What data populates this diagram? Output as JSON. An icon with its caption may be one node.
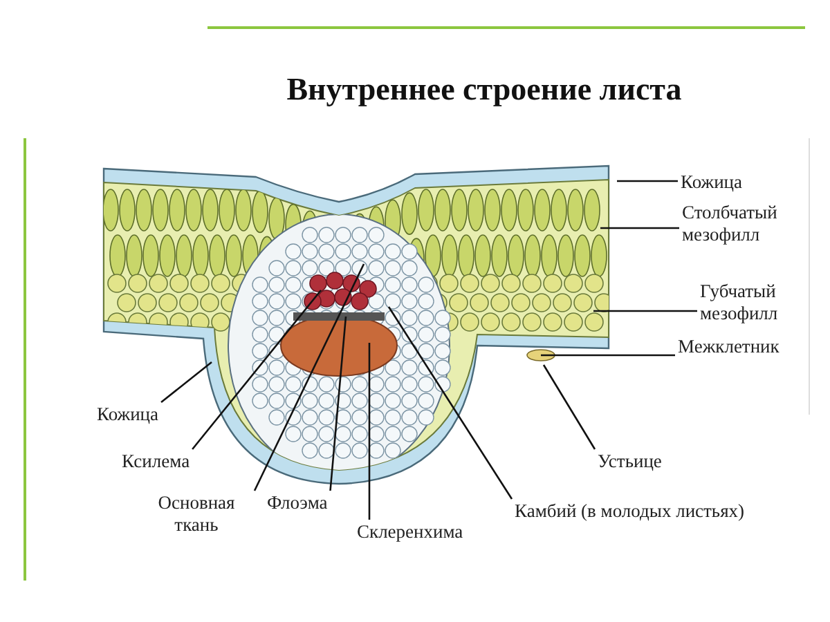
{
  "diagram": {
    "title": "Внутреннее строение листа",
    "nodes": [
      {
        "text": [
          "Кожица"
        ]
      },
      {
        "text": [
          "Столбчатый мезофилл"
        ]
      },
      {
        "text": [
          "Губчатый мезофилл"
        ]
      },
      {
        "text": [
          "Межклетник"
        ]
      },
      {
        "text": [
          "Кожица"
        ]
      },
      {
        "text": [
          "Ксилема"
        ]
      },
      {
        "text": [
          "Устьице"
        ]
      },
      {
        "text": [
          "Основная ткань"
        ]
      },
      {
        "text": [
          "Флоэма"
        ]
      },
      {
        "text": [
          "Камбий (в молодых листьях)"
        ]
      },
      {
        "text": [
          "Склеренхима"
        ]
      }
    ],
    "edges": [
      {
        "from": 0,
        "to": null,
        "arrow": "none"
      },
      {
        "from": 1,
        "to": null,
        "arrow": "none"
      },
      {
        "from": 2,
        "to": null,
        "arrow": "none"
      },
      {
        "from": 3,
        "to": null,
        "arrow": "none"
      },
      {
        "from": 4,
        "to": null,
        "arrow": "none"
      },
      {
        "from": 5,
        "to": null,
        "arrow": "none"
      },
      {
        "from": 6,
        "to": null,
        "arrow": "none"
      },
      {
        "from": 7,
        "to": null,
        "arrow": "none"
      },
      {
        "from": 8,
        "to": null,
        "arrow": "none"
      },
      {
        "from": 9,
        "to": null,
        "arrow": "none"
      },
      {
        "from": 10,
        "to": null,
        "arrow": "none"
      }
    ]
  }
}
